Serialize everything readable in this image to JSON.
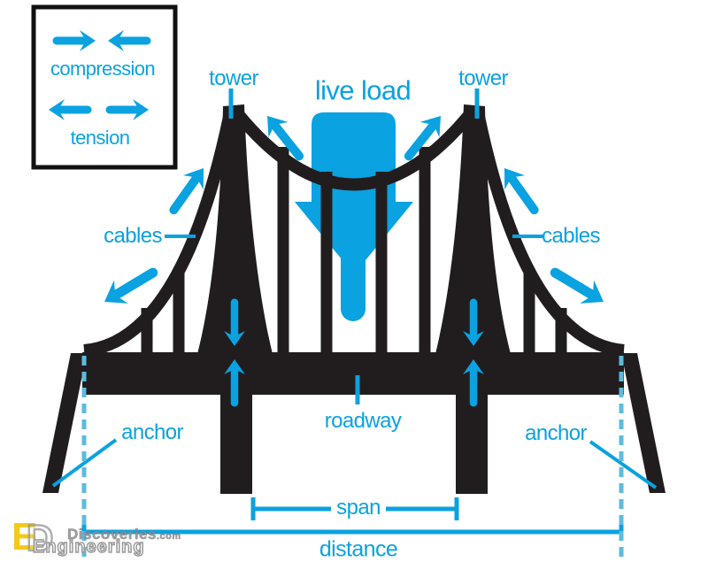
{
  "legend": {
    "compression_label": "compression",
    "tension_label": "tension"
  },
  "labels": {
    "tower_left": "tower",
    "tower_right": "tower",
    "live_load": "live load",
    "cables_left": "cables",
    "cables_right": "cables",
    "anchor_left": "anchor",
    "anchor_right": "anchor",
    "roadway": "roadway",
    "span": "span",
    "distance": "distance"
  },
  "watermark": {
    "logo_e": "E",
    "logo_d": "D",
    "brand": "Discoveries",
    "brand_suffix": ".com",
    "brand_line2": "Engineering"
  },
  "colors": {
    "accent_blue": "#0aa2e0",
    "dashed_light_blue": "#5bbbe0",
    "structure_black": "#211d1e",
    "legend_border": "#111111",
    "watermark_yellow": "#f2c500",
    "watermark_gray": "#9a9a9a"
  }
}
